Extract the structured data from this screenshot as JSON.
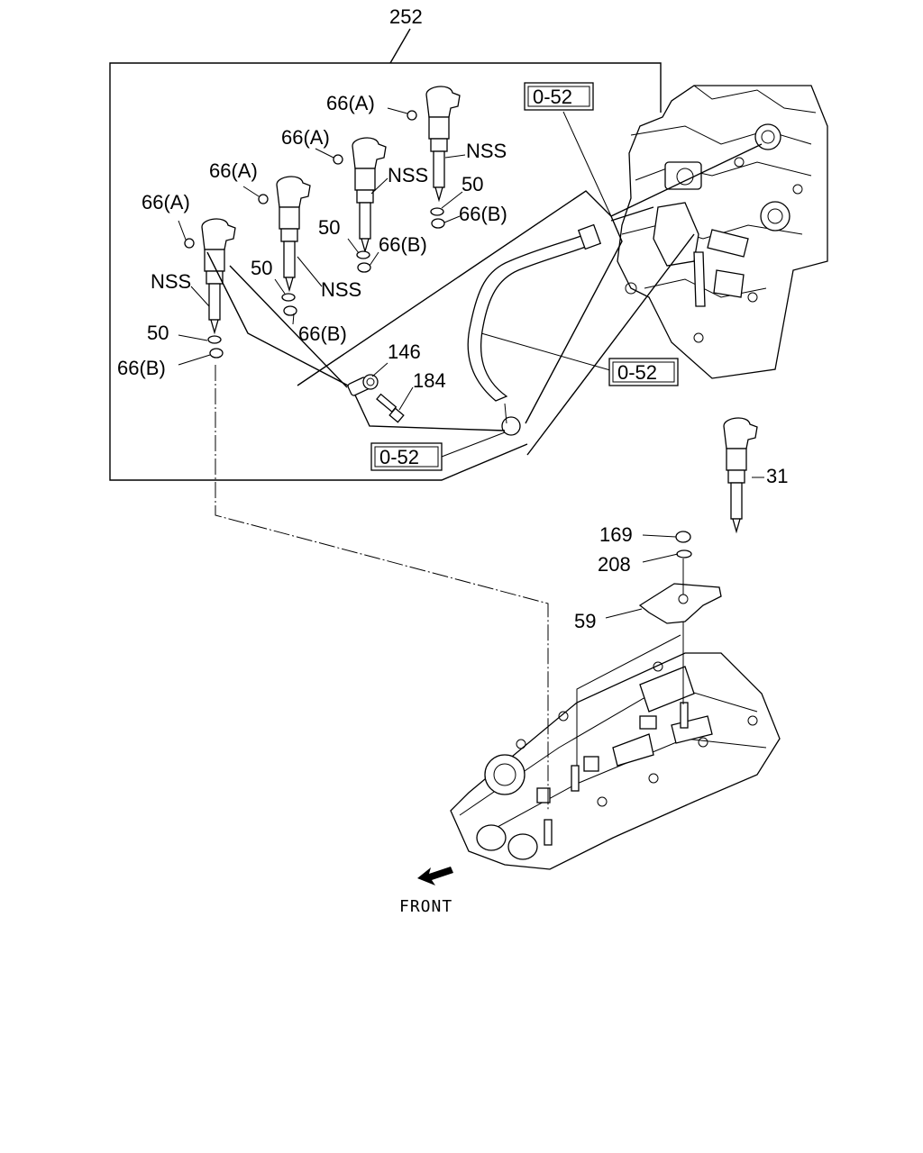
{
  "labels": {
    "assembly": "252",
    "ref_top": "0-52",
    "ref_mid": "0-52",
    "ref_low": "0-52",
    "washer_a1": "66(A)",
    "washer_a2": "66(A)",
    "washer_a3": "66(A)",
    "washer_a4": "66(A)",
    "washer_b1": "66(B)",
    "washer_b2": "66(B)",
    "washer_b3": "66(B)",
    "washer_b4": "66(B)",
    "nss1": "NSS",
    "nss2": "NSS",
    "nss3": "NSS",
    "nss4": "NSS",
    "oring1": "50",
    "oring2": "50",
    "oring3": "50",
    "oring4": "50",
    "eye_bolt": "146",
    "bolt": "184",
    "injector": "31",
    "nut": "169",
    "washer": "208",
    "clamp": "59",
    "front": "FRONT"
  }
}
